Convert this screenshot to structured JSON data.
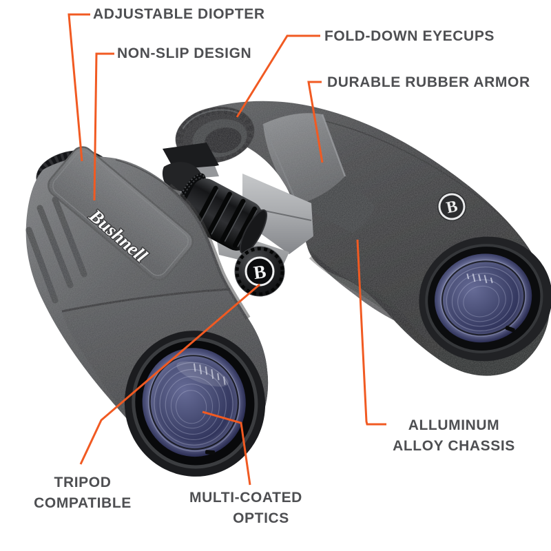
{
  "page": {
    "background": "#ffffff"
  },
  "product": {
    "brand_script": "Bushnell",
    "badge_letter": "B",
    "knob_letter": "B"
  },
  "labels": {
    "adjustable_diopter": "ADJUSTABLE DIOPTER",
    "non_slip_design": "NON-SLIP DESIGN",
    "fold_down_eyecups": "FOLD-DOWN EYECUPS",
    "durable_rubber_armor": "DURABLE RUBBER ARMOR",
    "aluminum_line1": "ALLUMINUM",
    "aluminum_line2": "ALLOY CHASSIS",
    "tripod_line1": "TRIPOD",
    "tripod_line2": "COMPATIBLE",
    "multicoated_line1": "MULTI-COATED",
    "multicoated_line2": "OPTICS"
  },
  "colors": {
    "callout_line": "#f15a22",
    "label_text": "#4e4f52",
    "armor_dark": "#333436",
    "armor_light": "#737578",
    "chassis_silver": "#a9abae",
    "lens_glass": "#3a3e63"
  }
}
